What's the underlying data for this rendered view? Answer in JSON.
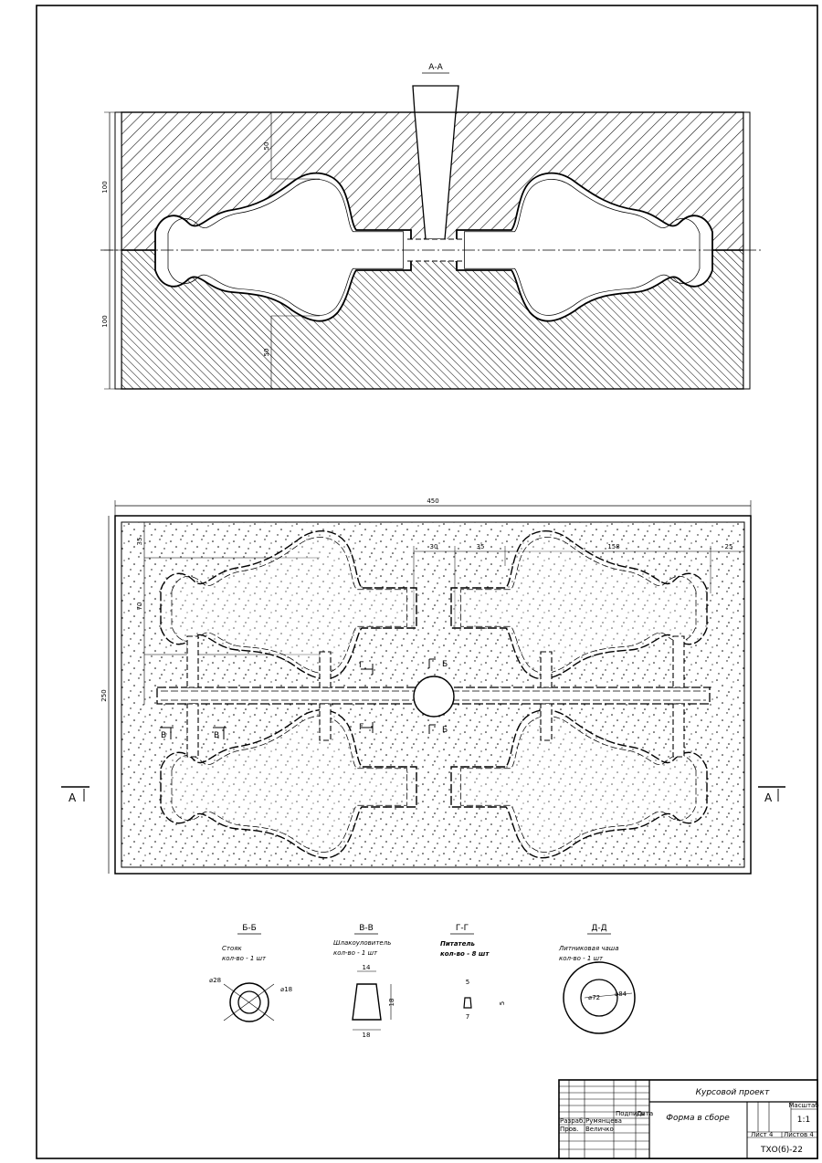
{
  "sections": {
    "aa": "А-А",
    "bb": "Б-Б",
    "vv": "В-В",
    "gg": "Г-Г",
    "dd": "Д-Д"
  },
  "cut_markers": {
    "a": "А",
    "b": "Б",
    "v": "В",
    "g": "Г"
  },
  "dimensions": {
    "top_height_upper": "100",
    "top_height_lower": "100",
    "top_inner_upper": "50",
    "top_inner_lower": "50",
    "plan_width": "450",
    "plan_height": "250",
    "plan_margin_top": "35",
    "plan_cavity_h": "70",
    "plan_dim_30": "30",
    "plan_dim_35": "35",
    "plan_dim_158": "158",
    "plan_dim_25": "25",
    "riser_outer": "⌀28",
    "riser_inner": "⌀18",
    "trap_top": "14",
    "trap_bottom": "18",
    "trap_height": "18",
    "feeder_top": "5",
    "feeder_bottom": "7",
    "feeder_height": "5",
    "cup_inner": "⌀72",
    "cup_outer": "⌀84"
  },
  "details": {
    "riser": {
      "name": "Стояк",
      "qty": "кол-во - 1 шт"
    },
    "trap": {
      "name": "Шлакоуловитель",
      "qty": "кол-во - 1 шт"
    },
    "feeder": {
      "name": "Питатель",
      "qty": "кол-во - 8 шт"
    },
    "cup": {
      "name": "Литниковая чаша",
      "qty": "кол-во - 1 шт"
    }
  },
  "title_block": {
    "project": "Курсовой проект",
    "drawing": "Форма в сборе",
    "code": "ТХО(б)-22",
    "scale_label": "Масштаб",
    "scale": "1:1",
    "sheet": "Лист 4",
    "sheets": "Листов 4",
    "role_dev": "Разраб.",
    "dev_name": "Румянцева",
    "role_check": "Пров.",
    "check_name": "Величко",
    "col_sign": "Подпись",
    "col_date": "Дата"
  }
}
